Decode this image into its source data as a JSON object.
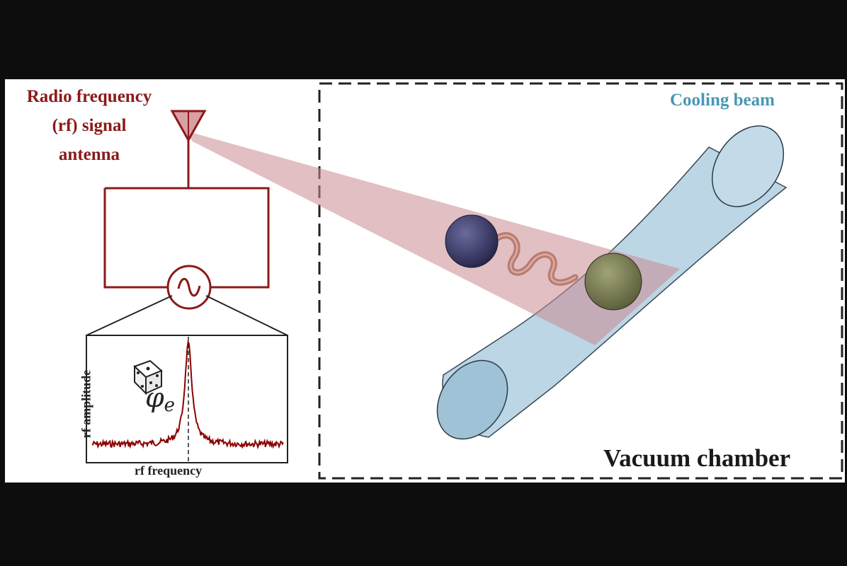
{
  "labels": {
    "antenna_line1": "Radio frequency",
    "antenna_line2": "(rf) signal",
    "antenna_line3": "antenna",
    "cooling_beam": "Cooling beam",
    "vacuum_chamber": "Vacuum chamber",
    "y_axis": "rf amplitude",
    "x_axis": "rf frequency",
    "phase_symbol": "φ",
    "phase_subscript": "e"
  },
  "colors": {
    "background": "#0d0d0d",
    "panel": "#ffffff",
    "rf_red": "#8b1a1a",
    "beam_fill": "#b7d3e4",
    "beam_label": "#4a97b6",
    "rf_cone": "#c98a90",
    "ion_dark": "#3e3f6f",
    "ion_green": "#7d7f56",
    "spring": "#b87a70"
  },
  "icons": [
    "antenna-icon",
    "ac-source-icon",
    "dice-icon"
  ]
}
